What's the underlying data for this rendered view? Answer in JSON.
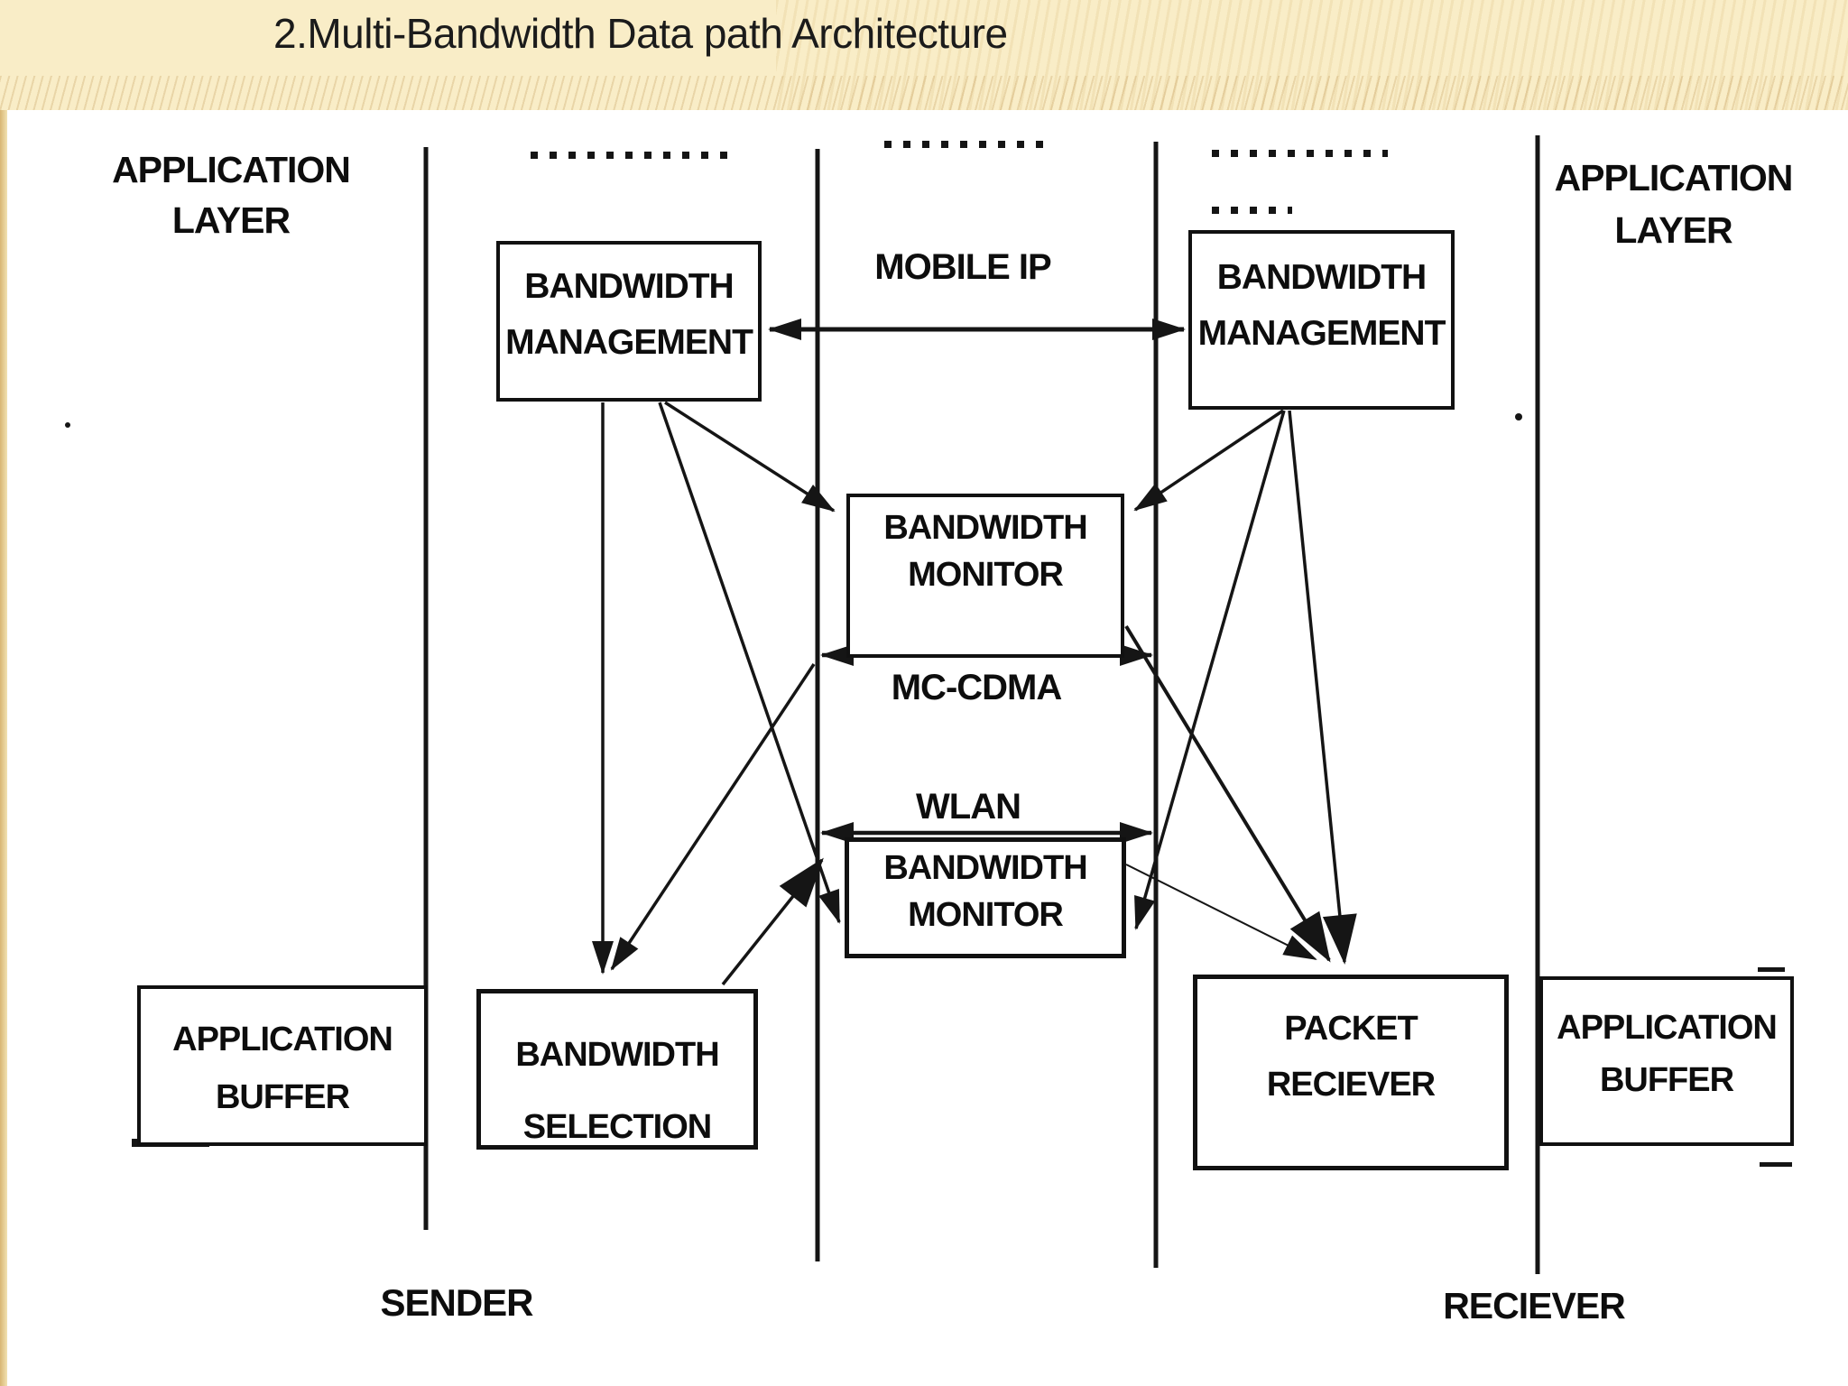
{
  "title": "2.Multi-Bandwidth Data path Architecture",
  "labels": {
    "app_layer_left": {
      "line1": "APPLICATION",
      "line2": "LAYER"
    },
    "app_layer_right": {
      "line1": "APPLICATION",
      "line2": "LAYER"
    },
    "mobile_ip": "MOBILE IP",
    "mc_cdma": "MC-CDMA",
    "wlan": "WLAN",
    "sender": "SENDER",
    "receiver": "RECIEVER"
  },
  "nodes": {
    "bm_sender": {
      "line1": "BANDWIDTH",
      "line2": "MANAGEMENT"
    },
    "bm_receiver": {
      "line1": "BANDWIDTH",
      "line2": "MANAGEMENT"
    },
    "monitor_mccdma": {
      "line1": "BANDWIDTH",
      "line2": "MONITOR"
    },
    "monitor_wlan": {
      "line1": "BANDWIDTH",
      "line2": "MONITOR"
    },
    "bandwidth_selection": {
      "line1": "BANDWIDTH",
      "line2": "SELECTION"
    },
    "app_buffer_sender": {
      "line1": "APPLICATION",
      "line2": "BUFFER"
    },
    "packet_receiver": {
      "line1": "PACKET",
      "line2": "RECIEVER"
    },
    "app_buffer_receiver": {
      "line1": "APPLICATION",
      "line2": "BUFFER"
    }
  },
  "colors": {
    "band": "#f9edc7",
    "edge_strip": "#d8b673",
    "ink": "#151515",
    "paper": "#ffffff"
  }
}
